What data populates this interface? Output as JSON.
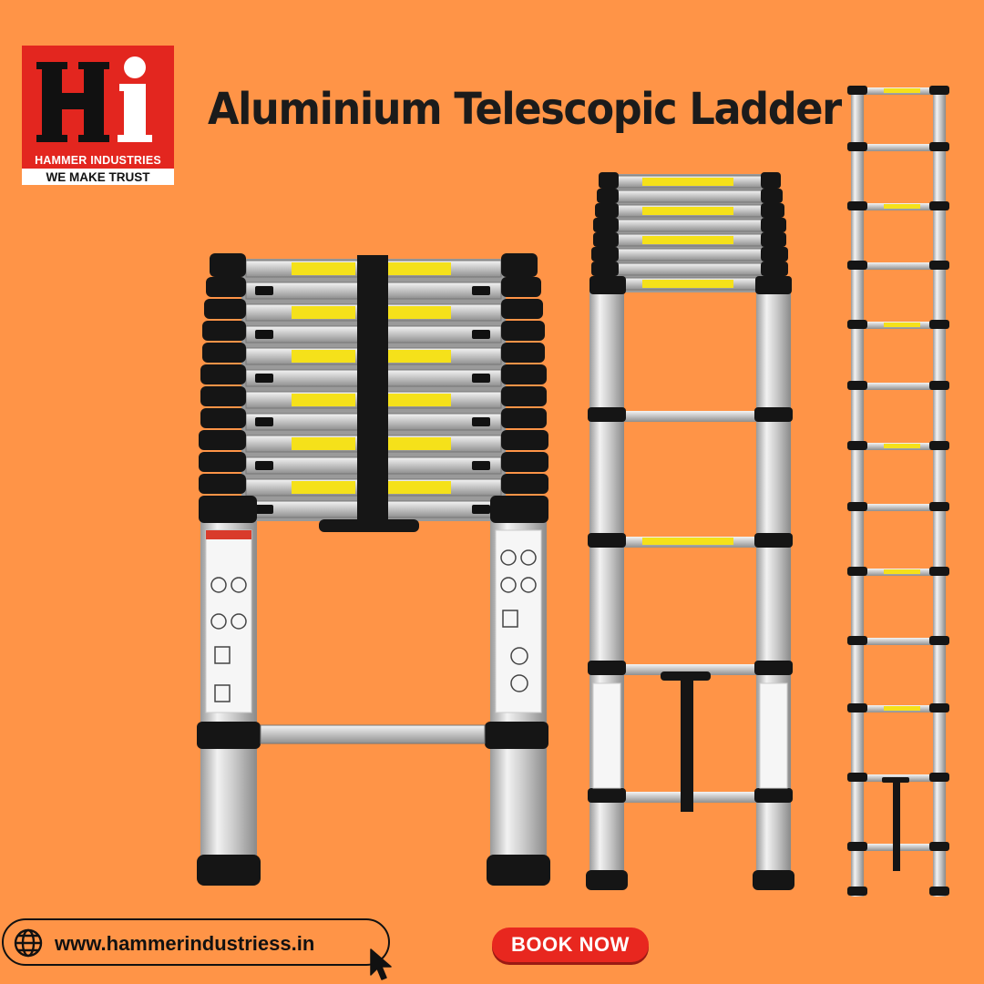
{
  "brand": {
    "logo_mark": "Hi",
    "name": "HAMMER INDUSTRIES",
    "tagline": "WE MAKE TRUST",
    "colors": {
      "red": "#e3261f",
      "background": "#ff9447",
      "dark": "#1b1b1b"
    }
  },
  "headline": "Aluminium Telescopic Ladder",
  "products": [
    {
      "name": "ladder-collapsed-front",
      "state": "collapsed"
    },
    {
      "name": "ladder-partially-extended",
      "state": "partially-extended"
    },
    {
      "name": "ladder-fully-extended",
      "state": "fully-extended"
    }
  ],
  "footer": {
    "website": "www.hammerindustriess.in",
    "globe_icon": "globe-icon",
    "cursor_icon": "cursor-icon",
    "cta": "BOOK NOW"
  }
}
